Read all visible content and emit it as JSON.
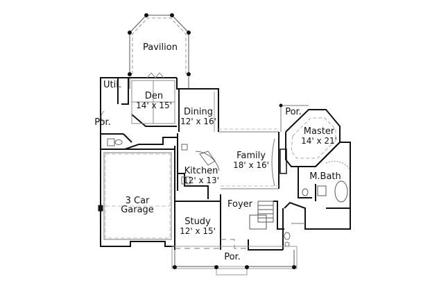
{
  "plan": {
    "type": "floor-plan",
    "rooms": [
      {
        "id": "pavilion",
        "name": "Pavilion",
        "dims": ""
      },
      {
        "id": "util",
        "name": "Util.",
        "dims": ""
      },
      {
        "id": "den",
        "name": "Den",
        "dims": "14' x 15'"
      },
      {
        "id": "dining",
        "name": "Dining",
        "dims": "12' x 16'"
      },
      {
        "id": "por-left",
        "name": "Por.",
        "dims": ""
      },
      {
        "id": "por-master",
        "name": "Por.",
        "dims": ""
      },
      {
        "id": "master",
        "name": "Master",
        "dims": "14' x 21'"
      },
      {
        "id": "family",
        "name": "Family",
        "dims": "18' x 16'"
      },
      {
        "id": "kitchen",
        "name": "Kitchen",
        "dims": "12' x 13'"
      },
      {
        "id": "mbath",
        "name": "M.Bath",
        "dims": ""
      },
      {
        "id": "garage",
        "name": "3 Car\nGarage",
        "dims": ""
      },
      {
        "id": "foyer",
        "name": "Foyer",
        "dims": ""
      },
      {
        "id": "study",
        "name": "Study",
        "dims": "12' x 15'"
      },
      {
        "id": "por-front",
        "name": "Por.",
        "dims": ""
      }
    ],
    "colors": {
      "wall": "#111111",
      "thin": "#555555",
      "dash": "#888888",
      "bg": "#ffffff"
    }
  }
}
